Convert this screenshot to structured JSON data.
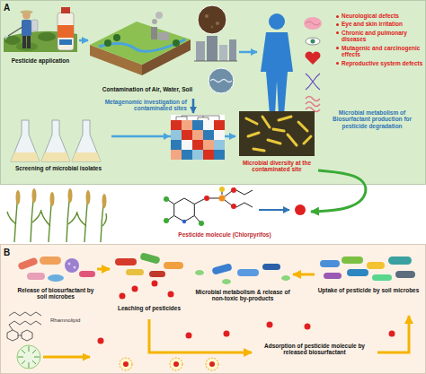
{
  "diagram": {
    "nodes": [
      {
        "text": [
          "A"
        ]
      },
      {
        "text": [
          "Pesticide application"
        ],
        "in": 0
      },
      {
        "text": [
          "Contamination of Air, Water, Soil"
        ],
        "in": 0
      },
      {
        "text": [
          "Neurological defects",
          "Eye and skin irritation",
          "Chronic and pulmonary diseases",
          "Mutagenic and carcinogenic effects",
          "Reproductive system defects"
        ],
        "in": 0
      },
      {
        "text": [
          "Screening of microbial isolates"
        ],
        "in": 0
      },
      {
        "text": [
          "Microbial diversity at the contaminated site"
        ],
        "in": 0
      },
      {
        "text": [
          "Pesticide molecule (Chlorpyrifos)"
        ]
      },
      {
        "text": [
          "B"
        ]
      },
      {
        "text": [
          "Release of biosurfactant by soil microbes"
        ],
        "in": 7
      },
      {
        "text": [
          "Leaching of pesticides"
        ],
        "in": 7
      },
      {
        "text": [
          "Microbial metabolism & release of non-toxic by-products"
        ],
        "in": 7
      },
      {
        "text": [
          "Uptake of pesticide by soil microbes"
        ],
        "in": 7
      },
      {
        "text": [
          "Adsorption of pesticide molecule by released biosurfactant"
        ],
        "in": 7
      }
    ],
    "edges": [
      {
        "from": 1,
        "to": 2,
        "arrow": "to"
      },
      {
        "from": 2,
        "to": 3,
        "arrow": "to"
      },
      {
        "from": 4,
        "to": 5,
        "arrow": "to"
      },
      {
        "from": 5,
        "to": 6,
        "arrow": "to"
      },
      {
        "from": 8,
        "to": 9,
        "arrow": "to"
      },
      {
        "from": 9,
        "to": 12,
        "arrow": "to"
      },
      {
        "from": 12,
        "to": 11,
        "arrow": "to"
      },
      {
        "from": 11,
        "to": 10,
        "arrow": "to"
      }
    ],
    "labels": [
      "Metagenomic investigation of contaminated sites",
      "Microbial metabolism of Biosurfactant production for pesticide degradation",
      "Rhamnolipid"
    ]
  }
}
